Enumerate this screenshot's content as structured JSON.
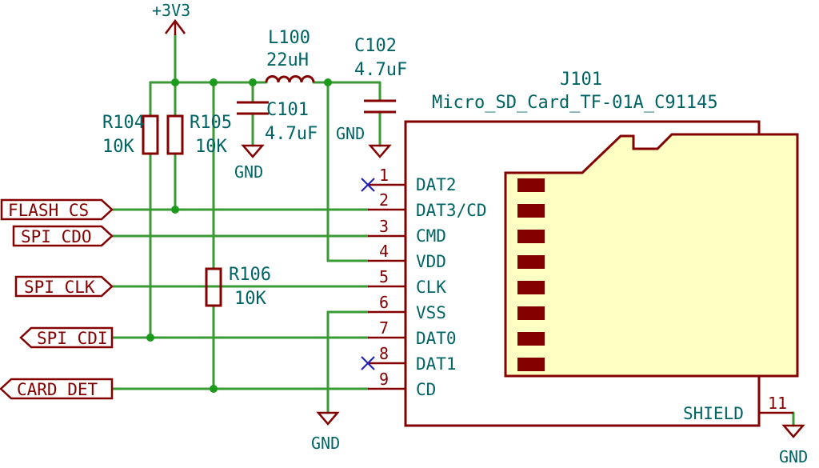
{
  "power": {
    "supply": "+3V3",
    "gnd": "GND"
  },
  "components": {
    "r104": {
      "ref": "R104",
      "value": "10K"
    },
    "r105": {
      "ref": "R105",
      "value": "10K"
    },
    "r106": {
      "ref": "R106",
      "value": "10K"
    },
    "l100": {
      "ref": "L100",
      "value": "22uH"
    },
    "c101": {
      "ref": "C101",
      "value": "4.7uF"
    },
    "c102": {
      "ref": "C102",
      "value": "4.7uF"
    },
    "j101": {
      "ref": "J101",
      "value": "Micro_SD_Card_TF-01A_C91145",
      "shield_pin_name": "SHIELD",
      "shield_pin_num": "11"
    }
  },
  "pins": [
    {
      "num": "1",
      "name": "DAT2"
    },
    {
      "num": "2",
      "name": "DAT3/CD"
    },
    {
      "num": "3",
      "name": "CMD"
    },
    {
      "num": "4",
      "name": "VDD"
    },
    {
      "num": "5",
      "name": "CLK"
    },
    {
      "num": "6",
      "name": "VSS"
    },
    {
      "num": "7",
      "name": "DAT0"
    },
    {
      "num": "8",
      "name": "DAT1"
    },
    {
      "num": "9",
      "name": "CD"
    }
  ],
  "net_labels": {
    "flash_cs": "FLASH_CS",
    "spi_cdo": "SPI_CDO",
    "spi_clk": "SPI_CLK",
    "spi_cdi": "SPI_CDI",
    "card_det": "CARD_DET"
  }
}
